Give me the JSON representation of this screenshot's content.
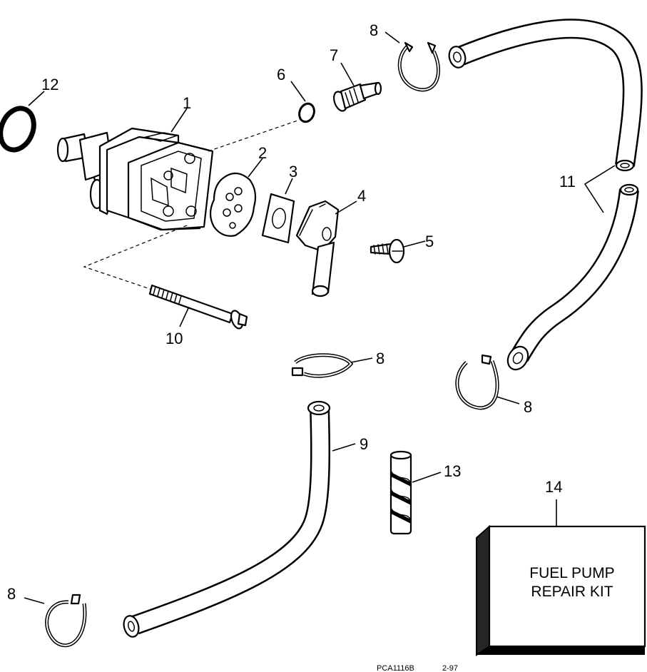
{
  "callouts": {
    "c1": "1",
    "c2": "2",
    "c3": "3",
    "c4": "4",
    "c5": "5",
    "c6": "6",
    "c7": "7",
    "c8_top": "8",
    "c8_mid": "8",
    "c8_right": "8",
    "c8_bottom": "8",
    "c9": "9",
    "c10": "10",
    "c11": "11",
    "c12": "12",
    "c13": "13",
    "c14": "14"
  },
  "kit_box": {
    "line1": "FUEL PUMP",
    "line2": "REPAIR KIT"
  },
  "footer": {
    "code": "PCA1116B",
    "date": "2-97"
  },
  "icons": {
    "pump": "fuel-pump-body-icon",
    "diaphragm": "diaphragm-icon",
    "gasket": "gasket-icon",
    "cover": "pump-cover-icon",
    "screw": "screw-icon",
    "oring": "o-ring-icon",
    "fitting": "fitting-icon",
    "clamp": "hose-clamp-icon",
    "hose": "fuel-hose-icon",
    "bolt": "bolt-icon",
    "seal": "seal-ring-icon",
    "sleeve": "spiral-sleeve-icon",
    "kit": "repair-kit-box-icon"
  }
}
